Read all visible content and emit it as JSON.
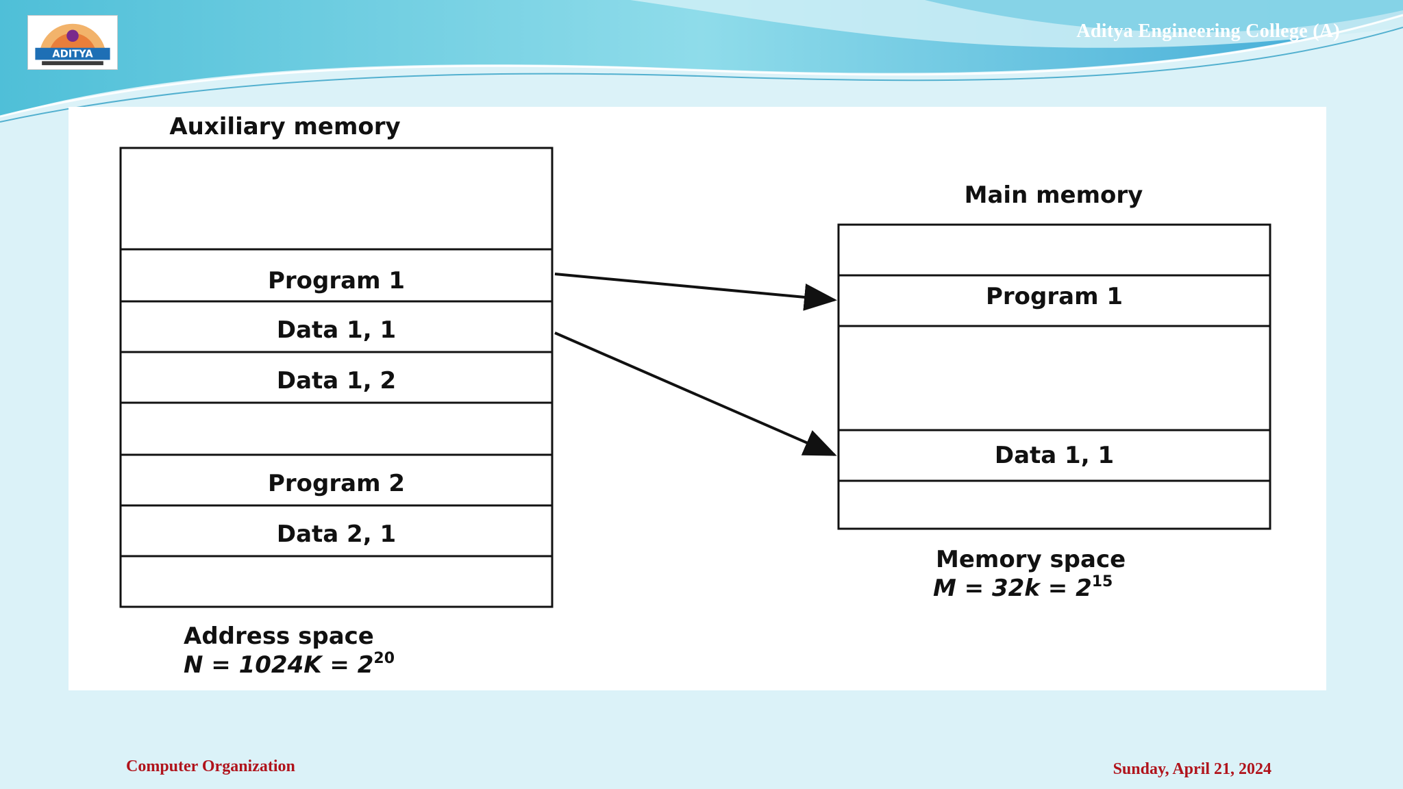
{
  "header": {
    "college": "Aditya Engineering College  (A)",
    "logo_text": "ADITYA"
  },
  "diagram": {
    "aux_title": "Auxiliary memory",
    "aux_blocks": [
      "",
      "Program 1",
      "Data 1, 1",
      "Data 1, 2",
      "",
      "Program 2",
      "Data 2, 1",
      ""
    ],
    "aux_caption_line1": "Address space",
    "aux_caption_line2": "N = 1024K = 2",
    "aux_caption_exp": "20",
    "main_title": "Main memory",
    "main_blocks": [
      "",
      "Program 1",
      "",
      "Data 1, 1",
      ""
    ],
    "main_caption_line1": "Memory  space",
    "main_caption_line2": "M = 32k = 2",
    "main_caption_exp": "15"
  },
  "footer": {
    "left": "Computer Organization",
    "right": "Sunday, April 21, 2024"
  },
  "colors": {
    "background": "#dbf2f8",
    "header_wave": "#5cc4dc",
    "footer_text": "#b0141c"
  }
}
